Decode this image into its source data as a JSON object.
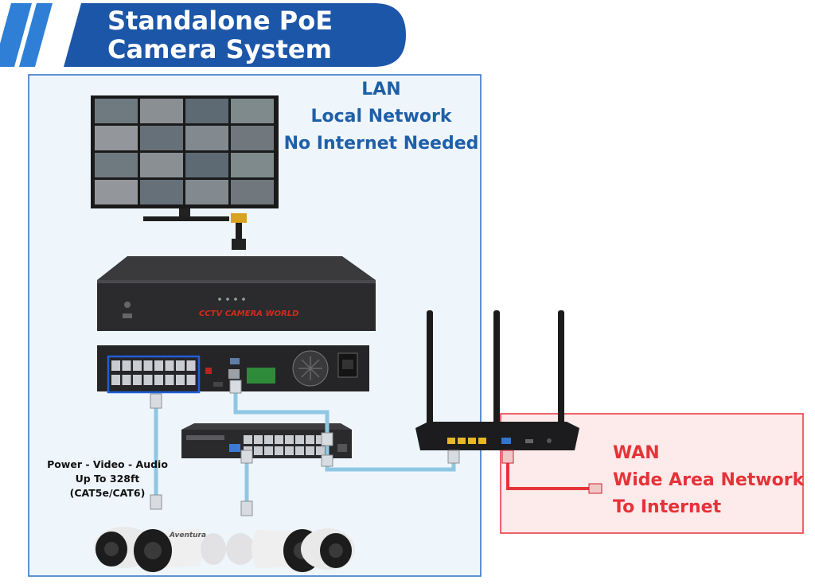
{
  "header": {
    "title_line1": "Standalone PoE",
    "title_line2": "Camera System"
  },
  "lan": {
    "line1": "LAN",
    "line2": "Local Network",
    "line3": "No Internet Needed"
  },
  "wan": {
    "line1": "WAN",
    "line2": "Wide Area Network",
    "line3": "To Internet"
  },
  "cable_note": {
    "line1": "Power - Video - Audio",
    "line2": "Up To 328ft",
    "line3": "(CAT5e/CAT6)"
  },
  "branding": {
    "nvr_logo": "CCTV CAMERA WORLD",
    "camera_brand": "Aventura"
  },
  "colors": {
    "title_band": "#1c56a8",
    "lan_border": "#2a6fc0",
    "lan_fill": "#eef6fc",
    "wan_border": "#e53339",
    "wan_fill": "#fdeaea",
    "lan_cable": "#8fc7e3",
    "wan_cable": "#e53339"
  }
}
